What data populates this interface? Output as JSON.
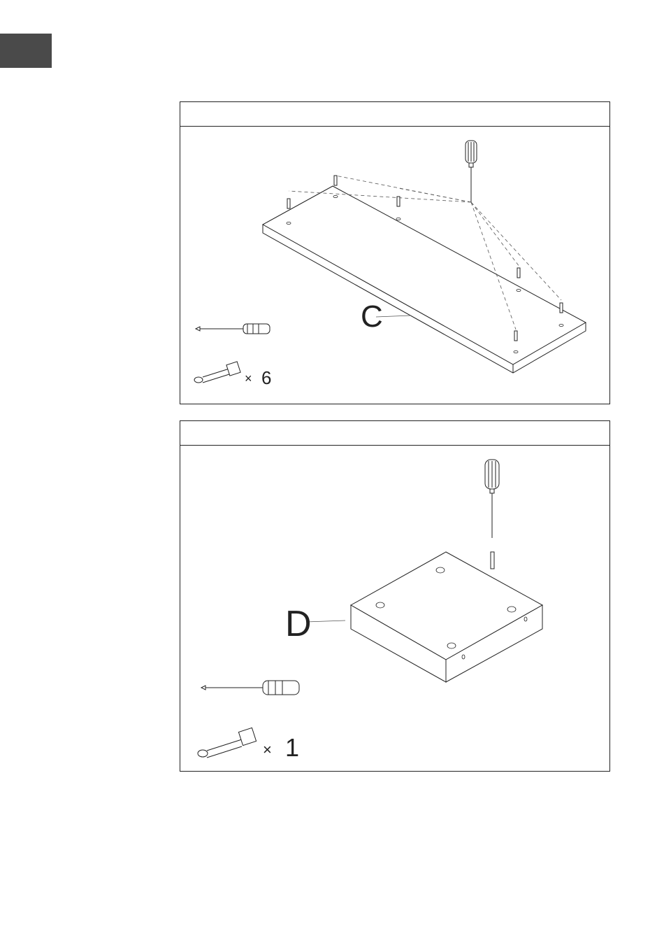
{
  "steps": [
    {
      "header": "",
      "part_label": "C",
      "tools": [
        {
          "icon": "screwdriver-icon"
        },
        {
          "icon": "cam-bolt-icon",
          "quantity": "6"
        }
      ]
    },
    {
      "header": "",
      "part_label": "D",
      "tools": [
        {
          "icon": "screwdriver-icon"
        },
        {
          "icon": "cam-bolt-icon",
          "quantity": "1"
        }
      ]
    }
  ],
  "colors": {
    "ink": "#222222",
    "tab": "#4a4a4a"
  }
}
